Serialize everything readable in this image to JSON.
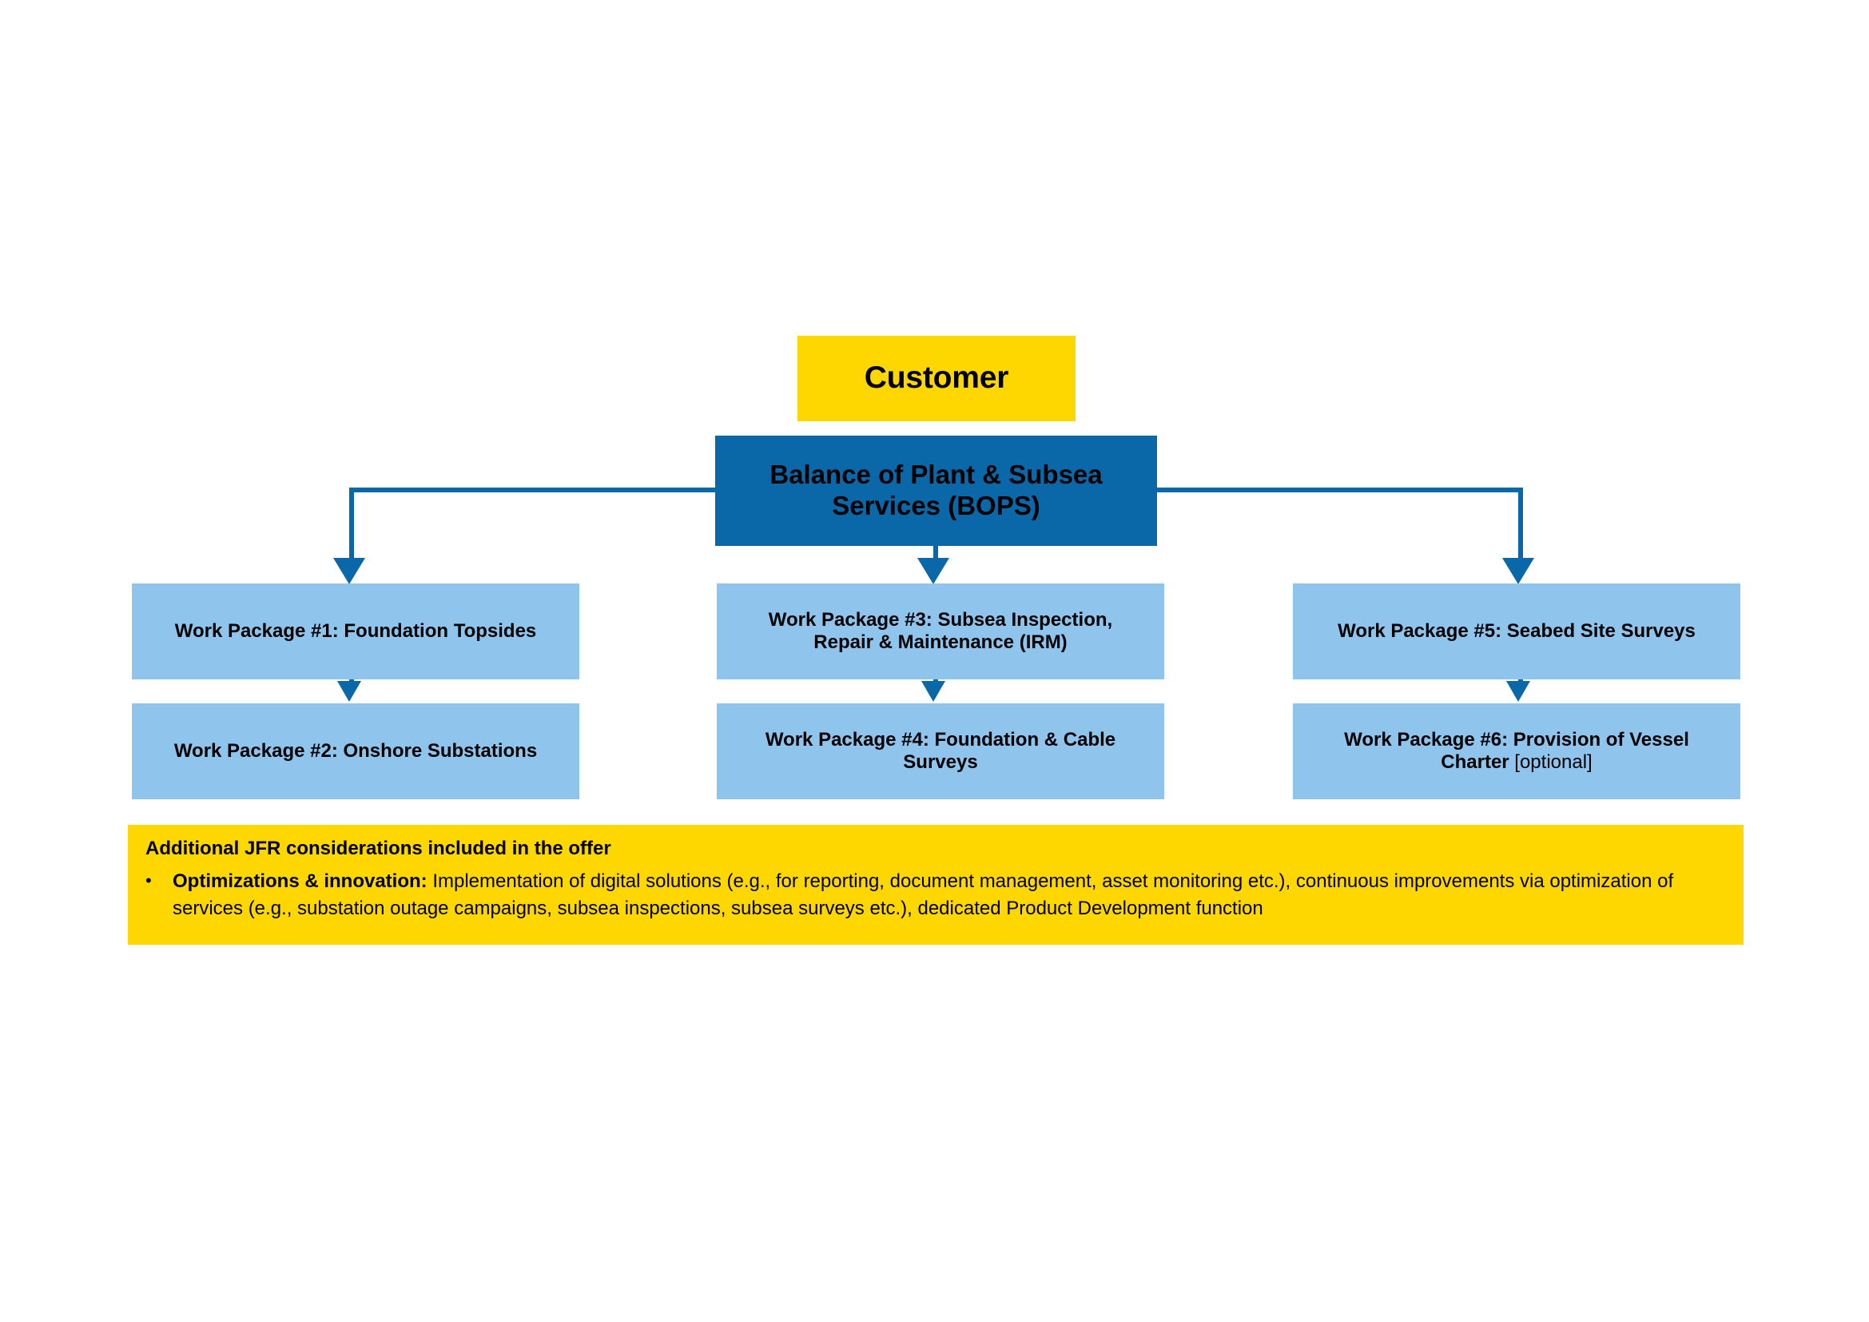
{
  "diagram": {
    "title_box": {
      "label": "Customer",
      "color": "#FFD700"
    },
    "main_box": {
      "line1": "Balance of Plant & Subsea",
      "line2": "Services (BOPS)",
      "color": "#0A68A8"
    },
    "work_packages": [
      {
        "id": "wp1",
        "line1": "Work Package #1: Foundation Topsides",
        "line2": "",
        "optional": "",
        "color": "#8FC4EC"
      },
      {
        "id": "wp2",
        "line1": "Work Package #2: Onshore Substations",
        "line2": "",
        "optional": "",
        "color": "#8FC4EC"
      },
      {
        "id": "wp3",
        "line1": "Work Package #3: Subsea Inspection,",
        "line2": "Repair & Maintenance (IRM)",
        "optional": "",
        "color": "#8FC4EC"
      },
      {
        "id": "wp4",
        "line1": "Work Package #4: Foundation & Cable",
        "line2": "Surveys",
        "optional": "",
        "color": "#8FC4EC"
      },
      {
        "id": "wp5",
        "line1": "Work Package #5: Seabed Site Surveys",
        "line2": "",
        "optional": "",
        "color": "#8FC4EC"
      },
      {
        "id": "wp6",
        "line1": "Work Package #6: Provision of Vessel",
        "line2": "Charter",
        "optional": " [optional]",
        "color": "#8FC4EC"
      }
    ],
    "note": {
      "color": "#FFD700",
      "title": "Additional JFR considerations included in the offer",
      "bullet_mark": "•",
      "bullet_lead": "Optimizations & innovation:",
      "bullet_text": " Implementation of digital solutions (e.g., for reporting, document management, asset monitoring etc.), continuous improvements via optimization of services (e.g., substation outage campaigns, subsea inspections, subsea surveys etc.), dedicated Product Development function"
    },
    "connector_color": "#0A68A8"
  }
}
